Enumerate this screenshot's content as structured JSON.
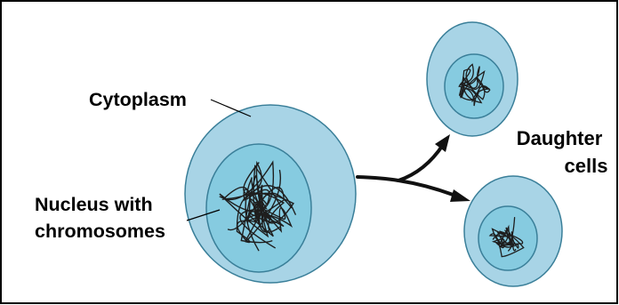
{
  "labels": {
    "cytoplasm": "Cytoplasm",
    "nucleus_line1": "Nucleus with",
    "nucleus_line2": "chromosomes",
    "daughter_line1": "Daughter",
    "daughter_line2": "cells"
  },
  "colors": {
    "cytoplasm": "#a8d4e6",
    "nucleus": "#86cbe0",
    "cell_outline": "#3a7f99",
    "chromosome": "#1e1e1e",
    "arrow": "#111111",
    "frame": "#000000"
  }
}
